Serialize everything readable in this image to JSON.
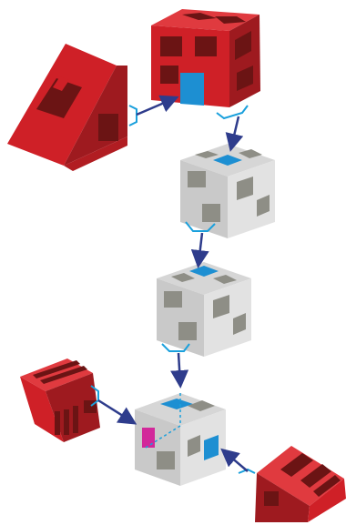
{
  "figure": {
    "labels": [],
    "colors": {
      "red_block": "#cf2027",
      "red_block_dark": "#9e1a1f",
      "red_block_light": "#e03a3f",
      "red_cut": "#6b1414",
      "gray_face_left": "#c9c9c9",
      "gray_face_right": "#e2e2e2",
      "gray_face_top": "#d6d6d6",
      "gray_cut": "#8e8e86",
      "contact_blue": "#1d8fd2",
      "contact_magenta": "#d2289a",
      "arrow_navy": "#2e3c8c",
      "bracket_blue": "#1aa0dc"
    },
    "elements": [
      {
        "name": "red-cube-top",
        "kind": "red cube"
      },
      {
        "name": "red-wedge-left-top",
        "kind": "red wedge"
      },
      {
        "name": "gray-cube-1",
        "kind": "gray cube"
      },
      {
        "name": "gray-cube-2",
        "kind": "gray cube"
      },
      {
        "name": "gray-cube-3",
        "kind": "gray cube"
      },
      {
        "name": "red-wedge-left-bottom",
        "kind": "red wedge"
      },
      {
        "name": "red-wedge-right-bottom",
        "kind": "red wedge"
      }
    ],
    "icons": [
      "arrow-icon",
      "bracket-icon"
    ]
  }
}
